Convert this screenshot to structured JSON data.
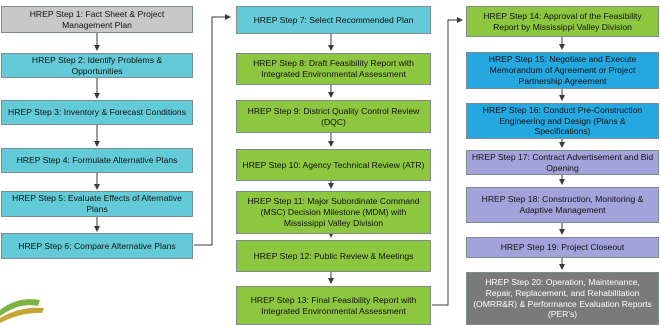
{
  "steps": [
    {
      "label": "HREP Step 1: Fact Sheet & Project Management Plan",
      "color": "#c8c8c8"
    },
    {
      "label": "HREP Step 2: Identify Problems & Opportunities",
      "color": "#62cbd7"
    },
    {
      "label": "HREP Step 3: Inventory & Forecast Conditions",
      "color": "#62cbd7"
    },
    {
      "label": "HREP Step 4: Formulate Alternative Plans",
      "color": "#62cbd7"
    },
    {
      "label": "HREP Step 5: Evaluate Effects of Alternative Plans",
      "color": "#62cbd7"
    },
    {
      "label": "HREP Step 6: Compare Alternative Plans",
      "color": "#62cbd7"
    },
    {
      "label": "HREP Step 7: Select Recommended Plan",
      "color": "#62cbd7"
    },
    {
      "label": "HREP Step 8: Draft Feasibility Report with Integrated Environmental Assessment",
      "color": "#8dc63f"
    },
    {
      "label": "HREP Step 9: District Quality Control Review (DQC)",
      "color": "#8dc63f"
    },
    {
      "label": "HREP Step 10: Agency Technical Review (ATR)",
      "color": "#8dc63f"
    },
    {
      "label": "HREP Step 11: Major Subordinate Command (MSC) Decision Milestone (MDM) with Mississippi Valley Division",
      "color": "#8dc63f"
    },
    {
      "label": "HREP Step 12: Public Review & Meetings",
      "color": "#8dc63f"
    },
    {
      "label": "HREP Step 13: Final Feasibility Report with Integrated Environmental Assessment",
      "color": "#8dc63f"
    },
    {
      "label": "HREP Step 14: Approval of the Feasibility Report by Mississippi Valley Division",
      "color": "#8dc63f"
    },
    {
      "label": "HREP Step 15: Negotiate and Execute Memorandum of Agreement or Project Partnership Agreement",
      "color": "#25a8e0"
    },
    {
      "label": "HREP Step 16: Conduct Pre-Construction Engineering and Design (Plans & Specifications)",
      "color": "#25a8e0"
    },
    {
      "label": "HREP Step 17: Contract Advertisement and Bid Opening",
      "color": "#a3a3dc"
    },
    {
      "label": "HREP Step 18: Construction, Monitoring & Adaptive Management",
      "color": "#a3a3dc"
    },
    {
      "label": "HREP Step 19: Project Closeout",
      "color": "#a3a3dc"
    },
    {
      "label": "HREP Step 20: Operation, Maintenance, Repair, Replacement, and Rehabilitation (OMRR&R) & Performance Evaluation Reports (PER's)",
      "color": "#7a7a7a"
    }
  ]
}
